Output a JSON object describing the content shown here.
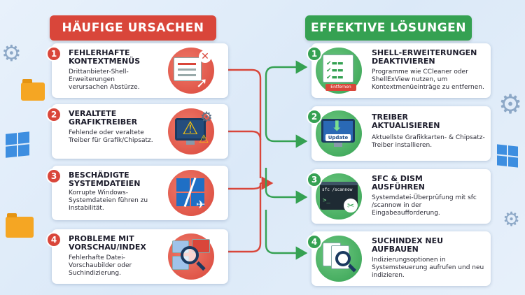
{
  "headers": {
    "left": "HÄUFIGE URSACHEN",
    "right": "EFFEKTIVE LÖSUNGEN"
  },
  "causes": [
    {
      "num": "1",
      "title": "FEHLERHAFTE KONTEXTMENÜS",
      "desc": "Drittanbieter-Shell-Erweiterungen verursachen Abstürze.",
      "icon": "context-menu-error-icon"
    },
    {
      "num": "2",
      "title": "VERALTETE GRAFIKTREIBER",
      "desc": "Fehlende oder veraltete Treiber für Grafik/Chipsatz.",
      "icon": "driver-warning-icon"
    },
    {
      "num": "3",
      "title": "BESCHÄDIGTE SYSTEMDATEIEN",
      "desc": "Korrupte Windows-Systemdateien führen zu Instabilität.",
      "icon": "broken-windows-icon"
    },
    {
      "num": "4",
      "title": "PROBLEME MIT VORSCHAU/INDEX",
      "desc": "Fehlerhafte Datei-Vorschaubilder oder Suchindizierung.",
      "icon": "preview-search-icon"
    }
  ],
  "solutions": [
    {
      "num": "1",
      "title": "SHELL-ERWEITERUNGEN DEAKTIVIEREN",
      "desc": "Programme wie CCleaner oder ShellExView nutzen, um Kontextmenüeinträge zu entfernen.",
      "icon": "remove-entry-icon",
      "button": "Entfernen"
    },
    {
      "num": "2",
      "title": "TREIBER AKTUALISIEREN",
      "desc": "Aktuellste Grafikkarten- & Chipsatz-Treiber installieren.",
      "icon": "update-driver-icon",
      "button": "Update"
    },
    {
      "num": "3",
      "title": "SFC & DISM AUSFÜHREN",
      "desc": "Systemdatei-Überprüfung mit sfc /scannow in der Eingabeaufforderung.",
      "icon": "terminal-icon",
      "command": "sfc /scannow"
    },
    {
      "num": "4",
      "title": "SUCHINDEX NEU AUFBAUEN",
      "desc": "Indizierungsoptionen in Systemsteuerung aufrufen und neu indizieren.",
      "icon": "rebuild-index-icon"
    }
  ],
  "colors": {
    "cause": "#d9463a",
    "solution": "#35a152",
    "connector_red": "#d9463a",
    "connector_green": "#35a152"
  }
}
